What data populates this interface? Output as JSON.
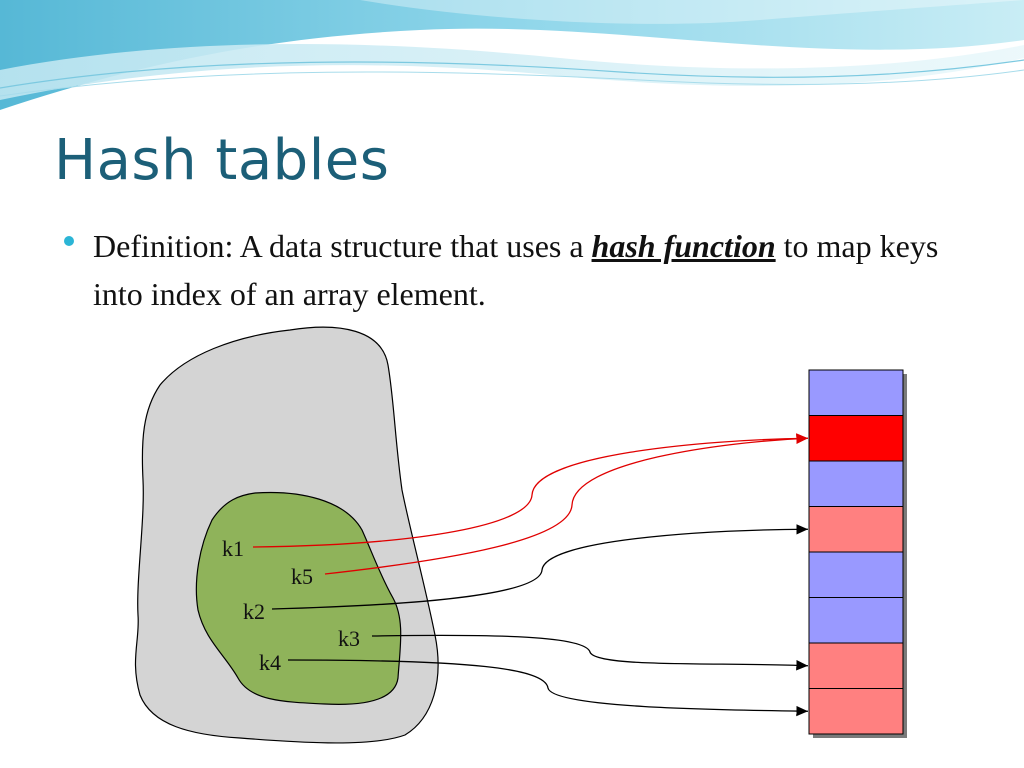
{
  "slide": {
    "title": "Hash tables",
    "definition": {
      "lead": "Definition: A data structure that uses a ",
      "term": "hash function",
      "tail": " to map keys into index of an array element."
    }
  },
  "diagram": {
    "keys": [
      "k1",
      "k5",
      "k2",
      "k3",
      "k4"
    ],
    "table_slots": [
      {
        "color": "#9999ff"
      },
      {
        "color": "#ff0000"
      },
      {
        "color": "#9999ff"
      },
      {
        "color": "#ff8080"
      },
      {
        "color": "#9999ff"
      },
      {
        "color": "#9999ff"
      },
      {
        "color": "#ff8080"
      },
      {
        "color": "#ff8080"
      }
    ],
    "mappings": [
      {
        "key": "k1",
        "slot": 1,
        "color": "#e00000"
      },
      {
        "key": "k5",
        "slot": 1,
        "color": "#e00000"
      },
      {
        "key": "k2",
        "slot": 3,
        "color": "#000000"
      },
      {
        "key": "k3",
        "slot": 6,
        "color": "#000000"
      },
      {
        "key": "k4",
        "slot": 7,
        "color": "#000000"
      }
    ],
    "universe_color": "#d4d4d4",
    "keyset_color": "#8fb35a"
  }
}
